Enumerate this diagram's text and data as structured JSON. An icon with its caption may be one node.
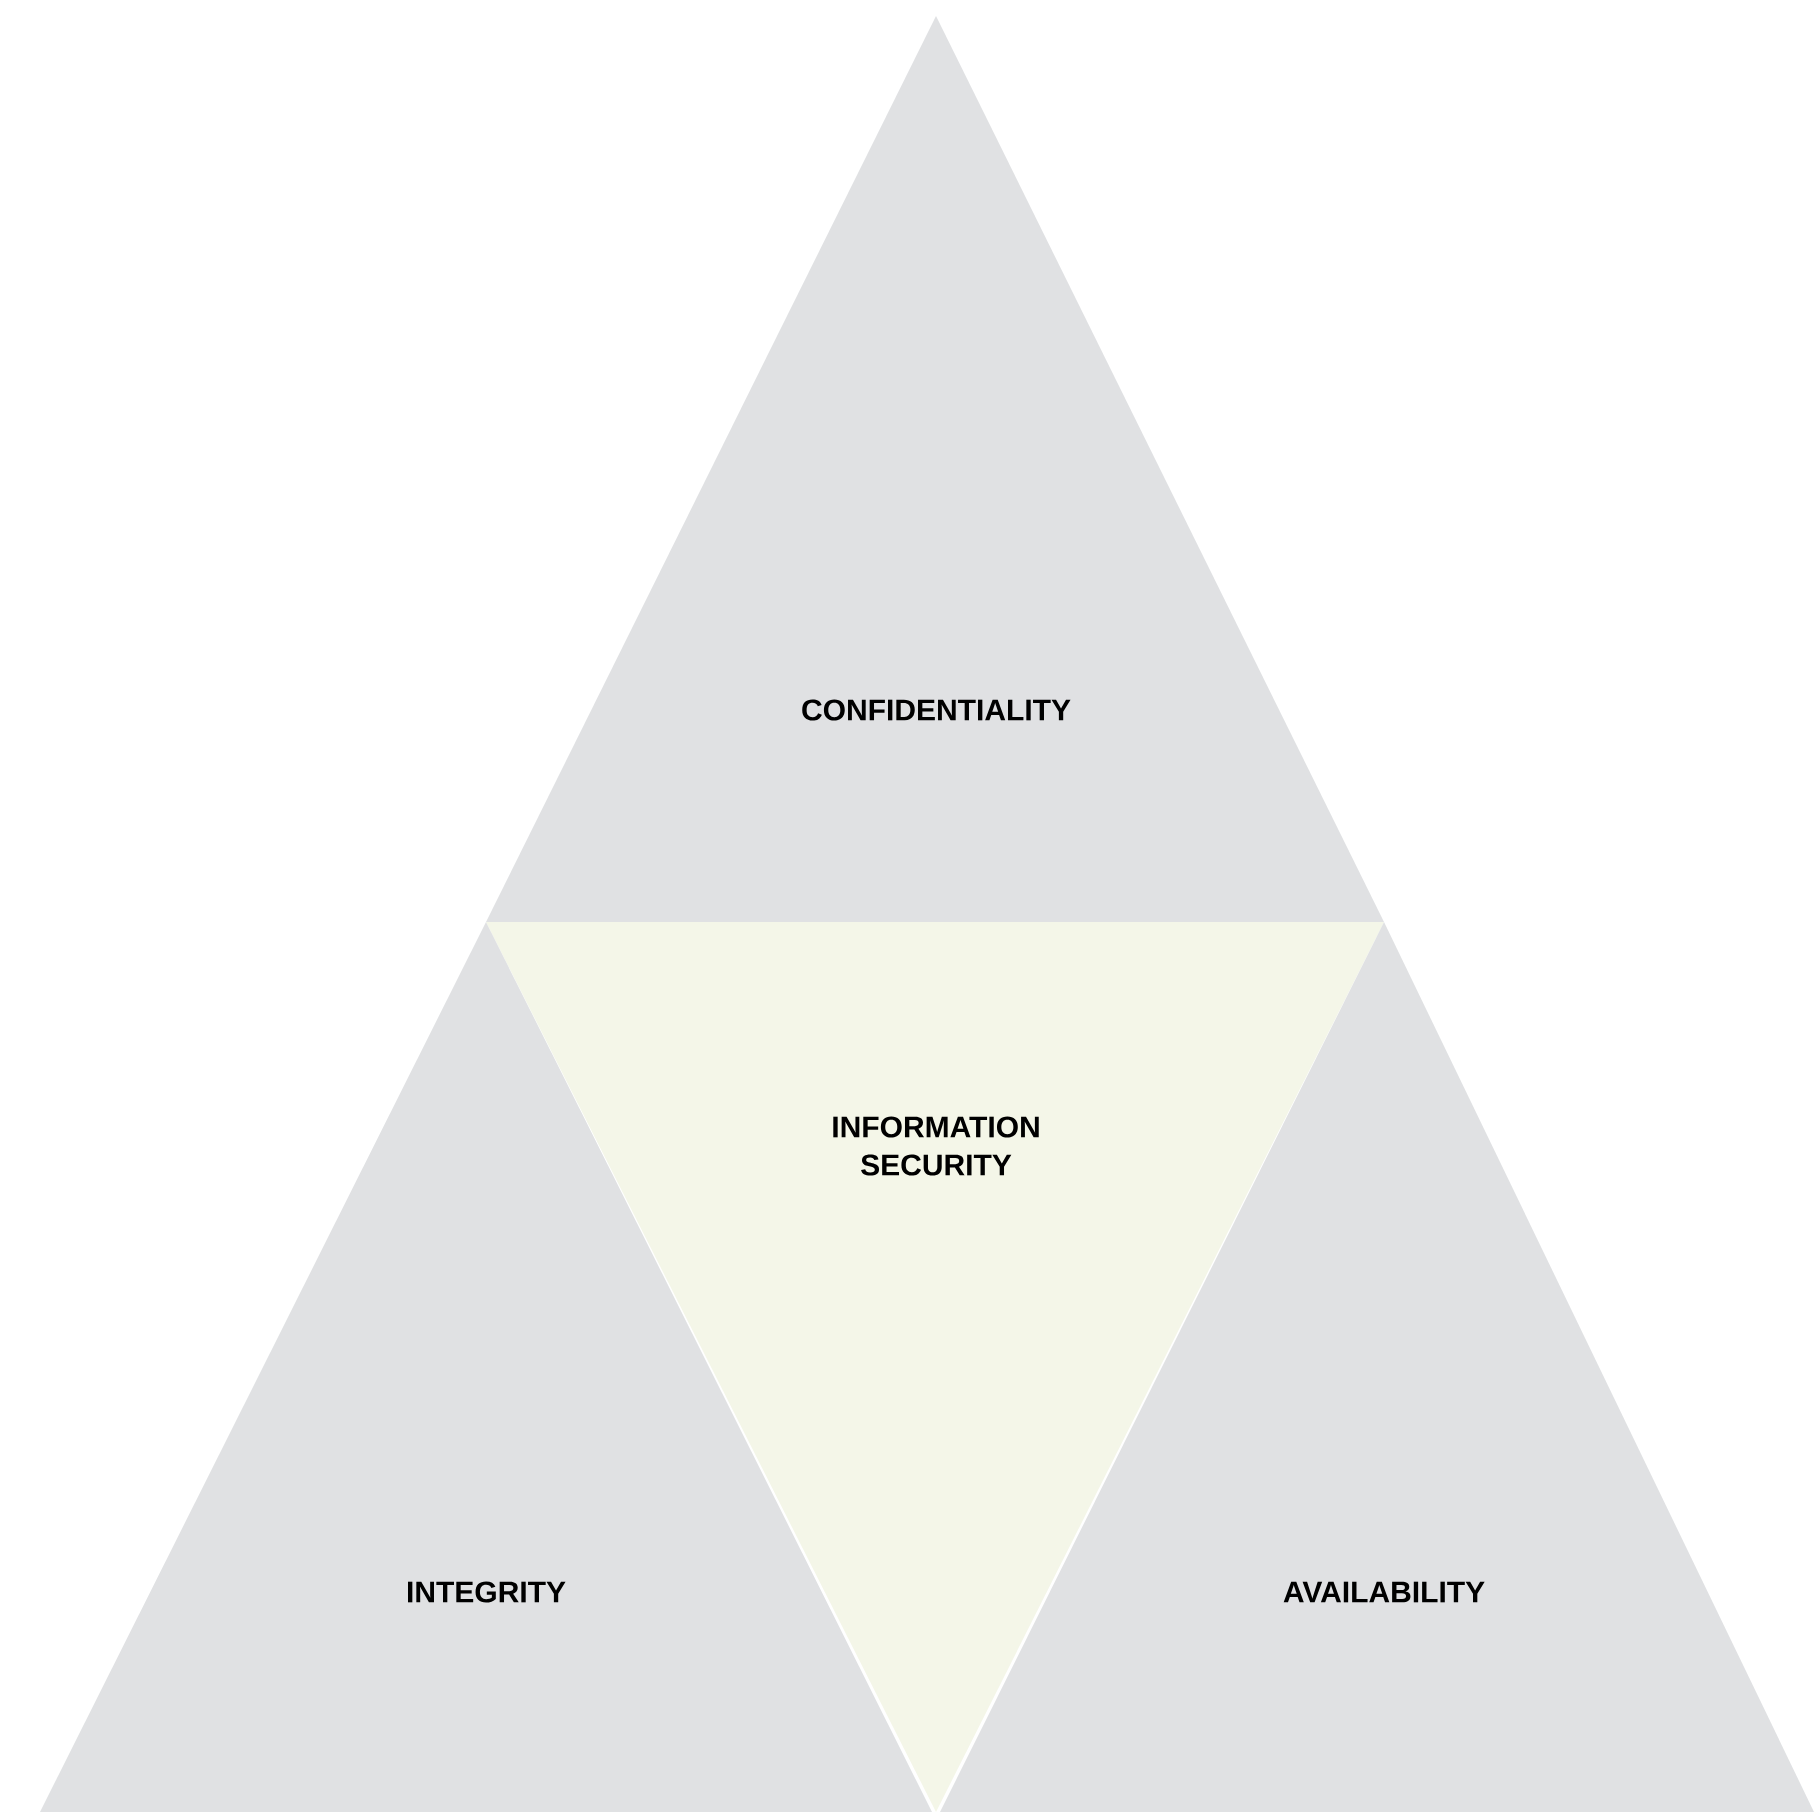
{
  "diagram": {
    "nodes": [
      {
        "text": [
          "CONFIDENTIALITY"
        ]
      },
      {
        "text": [
          "INFORMATION SECURITY"
        ]
      },
      {
        "text": [
          "INTEGRITY"
        ]
      },
      {
        "text": [
          "AVAILABILITY"
        ]
      }
    ]
  }
}
